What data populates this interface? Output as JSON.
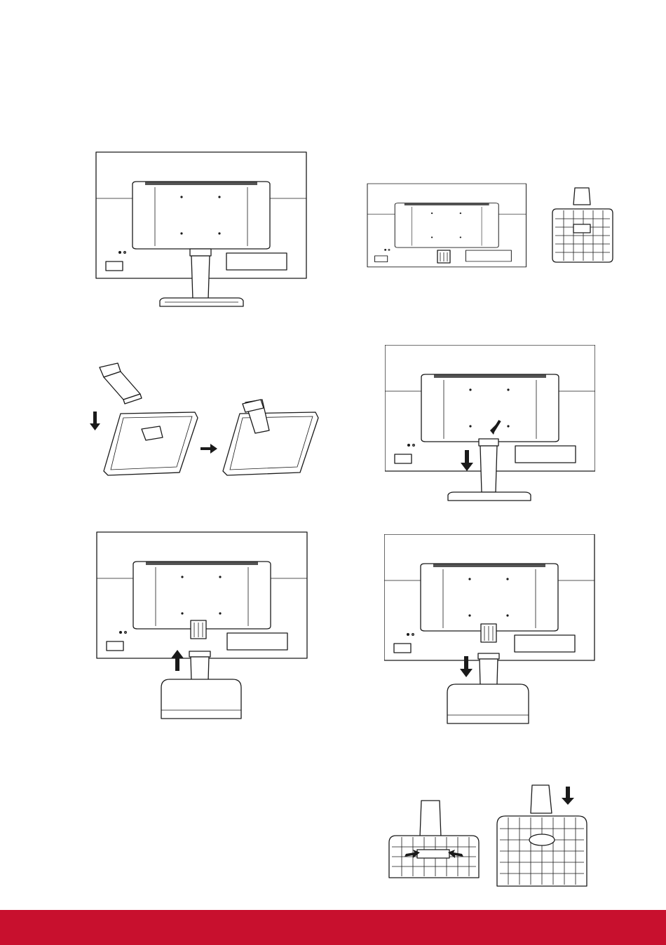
{
  "page": {
    "background": "#ffffff",
    "footer_color": "#c8102e"
  },
  "figures": [
    {
      "id": "monitor-back-with-stand",
      "icon": "monitor-rear-view-icon"
    },
    {
      "id": "monitor-back-and-stand-base-bottom",
      "icon": "monitor-rear-view-icon"
    },
    {
      "id": "stand-arm-into-base",
      "icon": "stand-assembly-icon"
    },
    {
      "id": "press-release-button",
      "icon": "monitor-rear-view-icon"
    },
    {
      "id": "stand-insert-up",
      "icon": "arrow-up-icon"
    },
    {
      "id": "stand-remove-down",
      "icon": "arrow-down-icon"
    },
    {
      "id": "base-release-latches",
      "icon": "base-underside-icon"
    }
  ]
}
